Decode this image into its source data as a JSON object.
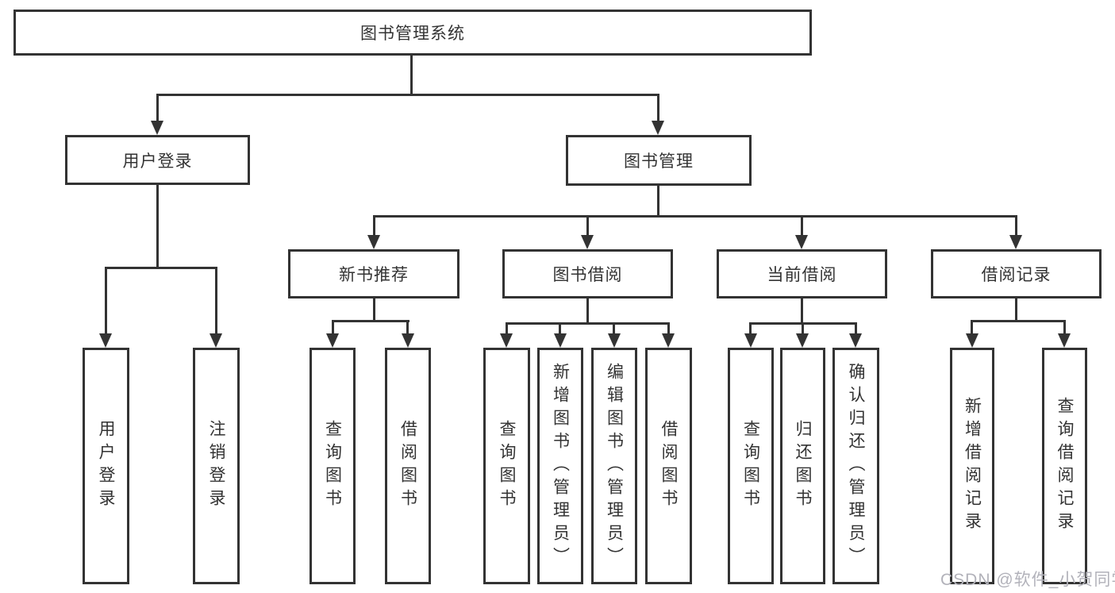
{
  "diagram": {
    "root": {
      "label": "图书管理系统"
    },
    "branches": [
      {
        "label": "用户登录",
        "leaves": [
          {
            "label": "用户登录"
          },
          {
            "label": "注销登录"
          }
        ]
      },
      {
        "label": "图书管理",
        "groups": [
          {
            "label": "新书推荐",
            "leaves": [
              {
                "label": "查询图书"
              },
              {
                "label": "借阅图书"
              }
            ]
          },
          {
            "label": "图书借阅",
            "leaves": [
              {
                "label": "查询图书"
              },
              {
                "label": "新增图书（管理员）"
              },
              {
                "label": "编辑图书（管理员）"
              },
              {
                "label": "借阅图书"
              }
            ]
          },
          {
            "label": "当前借阅",
            "leaves": [
              {
                "label": "查询图书"
              },
              {
                "label": "归还图书"
              },
              {
                "label": "确认归还（管理员）"
              }
            ]
          },
          {
            "label": "借阅记录",
            "leaves": [
              {
                "label": "新增借阅记录"
              },
              {
                "label": "查询借阅记录"
              }
            ]
          }
        ]
      }
    ]
  },
  "watermark": {
    "text": "CSDN @软件_小贺同学"
  },
  "colors": {
    "line": "#333333",
    "text": "#333333",
    "watermark": "#b2b2ba",
    "background": "#ffffff"
  }
}
